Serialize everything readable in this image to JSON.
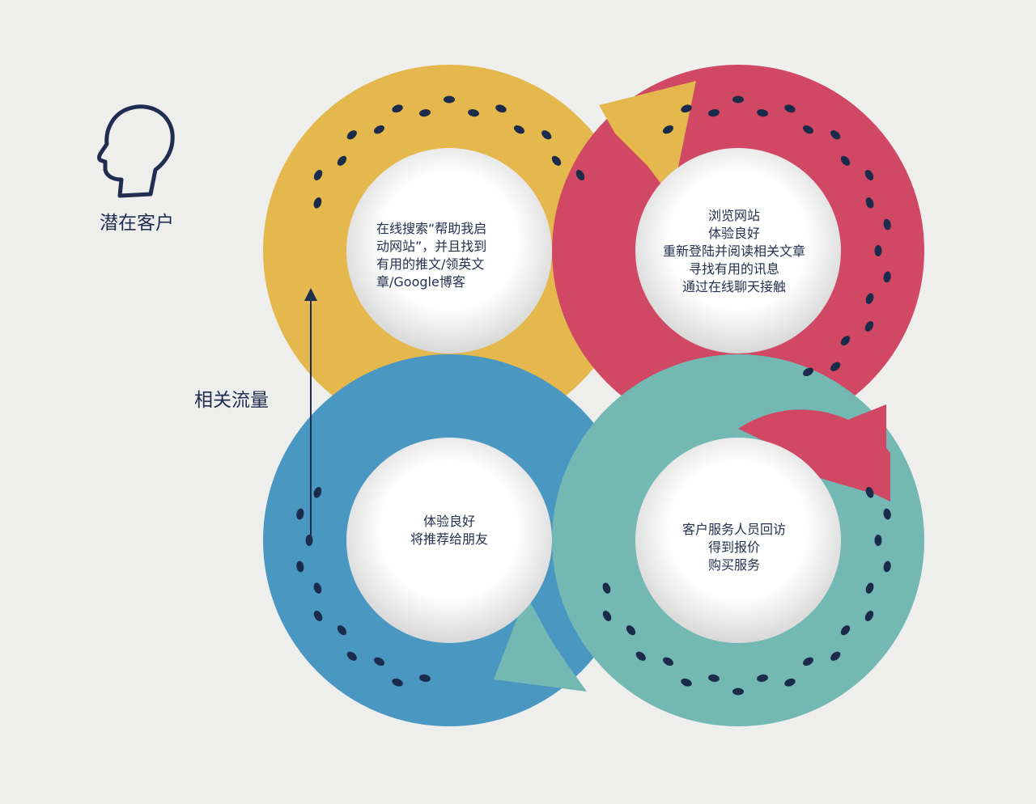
{
  "title": "潜在客户",
  "traffic_label": "相关流量",
  "stages": [
    {
      "id": "search",
      "color": "#E4B84C",
      "text": "在线搜索“帮助我启\n动网站”，并且找到\n有用的推文/领英文\n章/Google博客"
    },
    {
      "id": "browse",
      "color": "#D04864",
      "text": "浏览网站\n体验良好\n重新登陆并阅读相关文章\n寻找有用的讯息\n通过在线聊天接触"
    },
    {
      "id": "purchase",
      "color": "#74B8B4",
      "text": "客户服务人员回访\n得到报价\n购买服务"
    },
    {
      "id": "refer",
      "color": "#4A98C2",
      "text": "体验良好\n将推荐给朋友"
    }
  ],
  "colors": {
    "background": "#EEEEEC",
    "footprint": "#1b2b4b",
    "text": "#26304f"
  },
  "icons": {
    "customer": "head-profile-icon",
    "traffic": "arrow-up-icon",
    "steps": "footprints-icon"
  }
}
